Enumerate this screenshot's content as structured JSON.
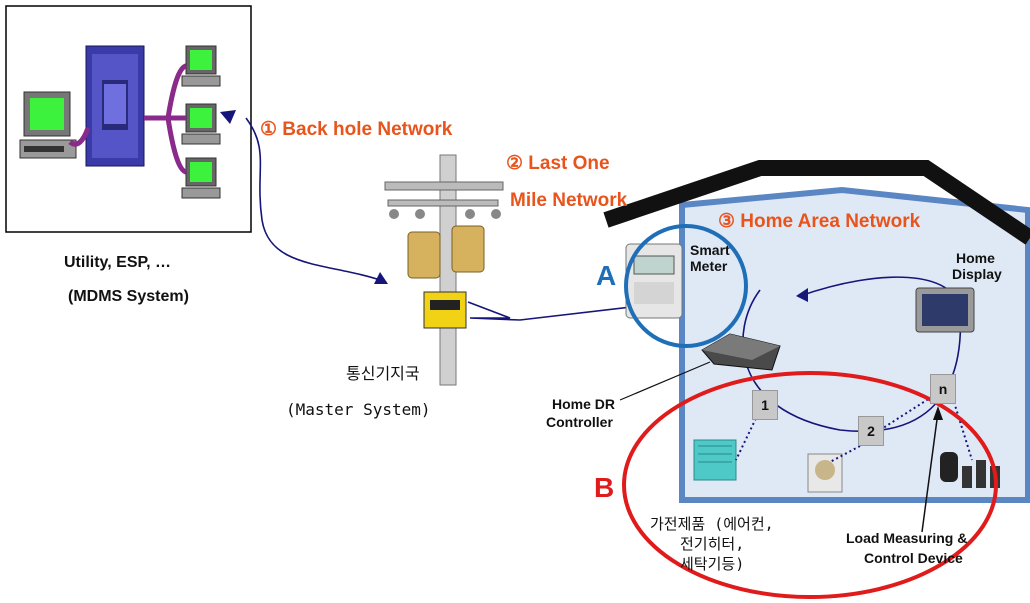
{
  "labels": {
    "backhaul": "① Back hole Network",
    "last_mile_1": "② Last One",
    "last_mile_2": "Mile Network",
    "han": "③ Home Area Network",
    "utility_1": "Utility, ESP, …",
    "utility_2": "(MDMS System)",
    "base_station": "통신기지국",
    "master_system": "(Master System)",
    "smart_meter_1": "Smart",
    "smart_meter_2": "Meter",
    "home_display_1": "Home",
    "home_display_2": "Display",
    "home_dr_1": "Home DR",
    "home_dr_2": "Controller",
    "appliances_1": "가전제품 (에어컨,",
    "appliances_2": "전기히터,",
    "appliances_3": "세탁기등)",
    "load_1": "Load Measuring &",
    "load_2": "Control Device",
    "marker_a": "A",
    "marker_b": "B",
    "node_1": "1",
    "node_2": "2",
    "node_n": "n"
  },
  "colors": {
    "network_label": "#e8541c",
    "marker_a": "#1f6fb8",
    "marker_b": "#e01b1b",
    "house_fill": "#dfe9f6",
    "house_border": "#5a86c4",
    "roof": "#111111"
  }
}
